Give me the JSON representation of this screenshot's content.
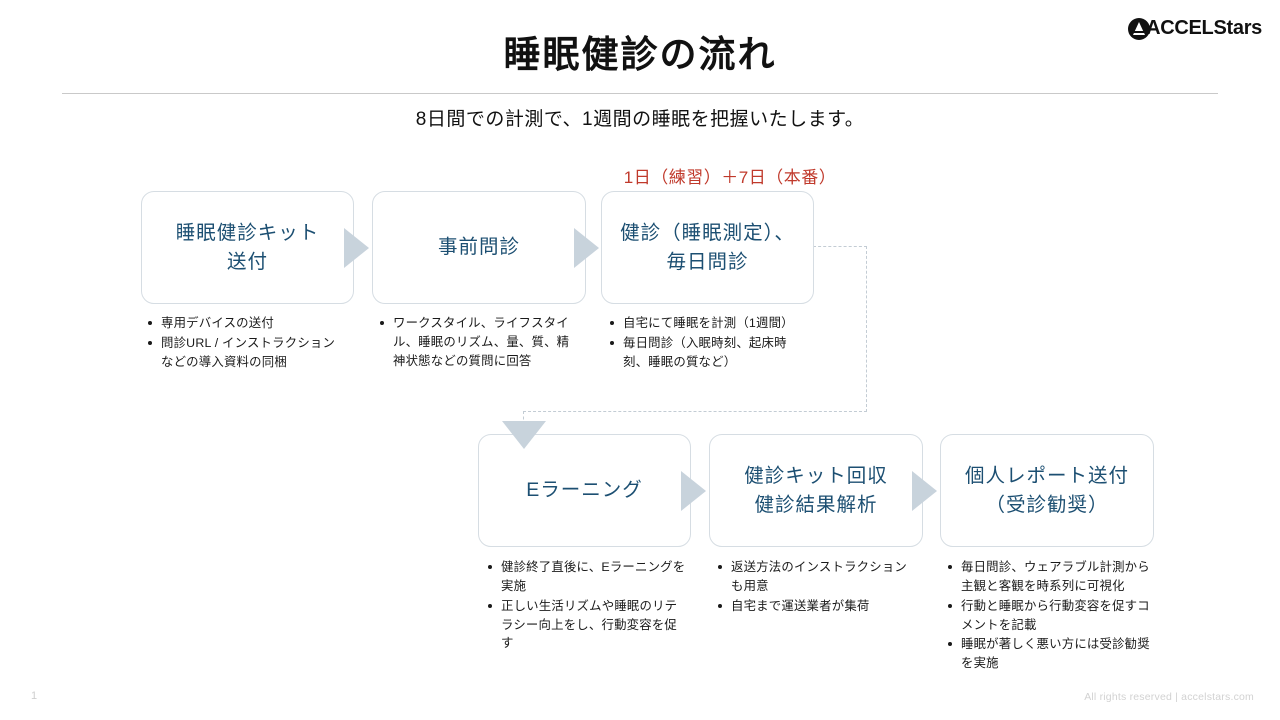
{
  "header": {
    "title": "睡眠健診の流れ",
    "subtitle": "8日間での計測で、1週間の睡眠を把握いたします。",
    "logo_text": "ACCELStars"
  },
  "annotation": {
    "duration_note": "1日（練習）＋7日（本番）"
  },
  "flow": {
    "steps": [
      {
        "id": "step-1",
        "title_line1": "睡眠健診キット",
        "title_line2": "送付",
        "bullets": [
          "専用デバイスの送付",
          "問診URL / インストラクションなどの導入資料の同梱"
        ]
      },
      {
        "id": "step-2",
        "title_line1": "事前問診",
        "title_line2": "",
        "bullets": [
          "ワークスタイル、ライフスタイル、睡眠のリズム、量、質、精神状態などの質問に回答"
        ]
      },
      {
        "id": "step-3",
        "title_line1": "健診（睡眠測定）、",
        "title_line2": "毎日問診",
        "bullets": [
          "自宅にて睡眠を計測（1週間）",
          "毎日問診（入眠時刻、起床時刻、睡眠の質など）"
        ]
      },
      {
        "id": "step-4",
        "title_line1": "Eラーニング",
        "title_line2": "",
        "bullets": [
          "健診終了直後に、Eラーニングを実施",
          "正しい生活リズムや睡眠のリテラシー向上をし、行動変容を促す"
        ]
      },
      {
        "id": "step-5",
        "title_line1": "健診キット回収",
        "title_line2": "健診結果解析",
        "bullets": [
          "返送方法のインストラクションも用意",
          "自宅まで運送業者が集荷"
        ]
      },
      {
        "id": "step-6",
        "title_line1": "個人レポート送付",
        "title_line2": "（受診勧奨）",
        "bullets": [
          "毎日問診、ウェアラブル計測から主観と客観を時系列に可視化",
          "行動と睡眠から行動変容を促すコメントを記載",
          "睡眠が著しく悪い方には受診勧奨を実施"
        ]
      }
    ]
  },
  "footer": {
    "page_number": "1",
    "copyright": "All rights reserved |  accelstars.com"
  },
  "colors": {
    "box_text": "#1c4f72",
    "box_border": "#d6dde3",
    "arrow": "#c8d3dc",
    "accent_red": "#c0392b",
    "dashed_line": "#c3ccd4"
  }
}
